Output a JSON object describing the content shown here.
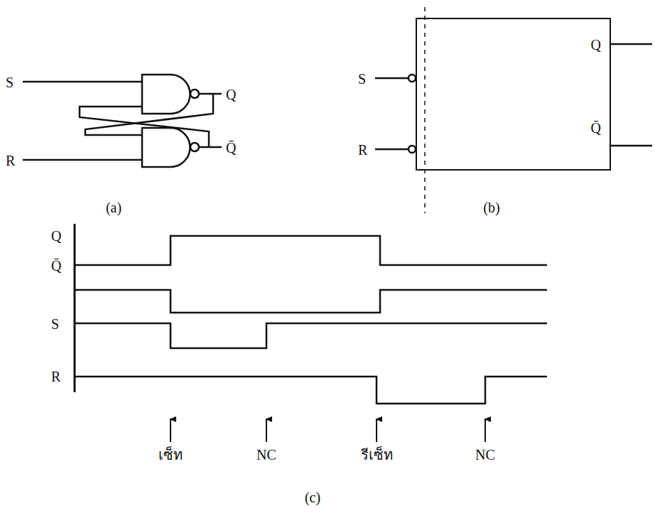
{
  "diagram": {
    "nodes": [
      {
        "text": [
          "Q",
          "Q̄"
        ]
      }
    ],
    "labels": [
      "S",
      "R",
      "Q",
      "Q̄",
      "(a)",
      "S",
      "R",
      "(b)",
      "Q",
      "Q̄",
      "S",
      "R",
      "เซ็ท",
      "NC",
      "รีเซ็ท",
      "NC",
      "(c)"
    ]
  }
}
